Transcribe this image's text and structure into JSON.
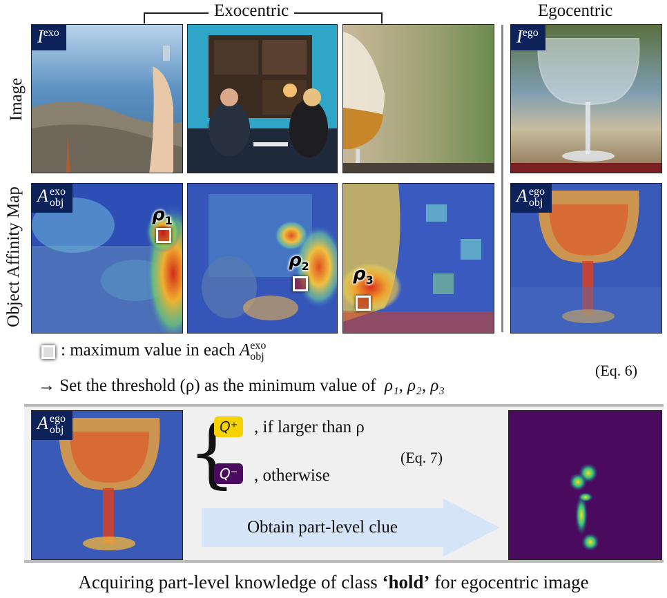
{
  "header": {
    "exocentric": "Exocentric",
    "egocentric": "Egocentric"
  },
  "row_labels": {
    "image": "Image",
    "affinity": "Object Affinity Map"
  },
  "badges": {
    "I_exo_letter": "I",
    "I_exo_sup": "exo",
    "I_ego_letter": "I",
    "I_ego_sup": "ego",
    "A_letter": "A",
    "A_exo_sup": "exo",
    "A_ego_sup": "ego",
    "A_sub": "obj"
  },
  "rho_labels": [
    {
      "letter": "ρ",
      "sub": "1"
    },
    {
      "letter": "ρ",
      "sub": "2"
    },
    {
      "letter": "ρ",
      "sub": "3"
    }
  ],
  "legend": {
    "max_text": ": maximum value in each ",
    "max_A": "A",
    "max_sup": "exo",
    "max_sub": "obj",
    "threshold_text": "→ Set the threshold (ρ) as the minimum value of",
    "threshold_vars": "ρ₁,  ρ₂,  ρ₃",
    "eq6": "(Eq. 6)"
  },
  "bottom": {
    "q_plus": "Q⁺",
    "q_plus_text": ", if larger than ρ",
    "q_minus": "Q⁻",
    "q_minus_text": ", otherwise",
    "eq7": "(Eq. 7)",
    "arrow_text": "Obtain part-level clue"
  },
  "caption": {
    "prefix": "Acquiring part-level knowledge of class ",
    "class": "‘hold’",
    "suffix": " for egocentric image"
  },
  "colors": {
    "badge_bg": "#0d2259",
    "q_plus": "#f5d200",
    "q_minus": "#4a0a5e",
    "arrow": "#d6e4f7",
    "bottom_bg": "#f0f0f0"
  }
}
